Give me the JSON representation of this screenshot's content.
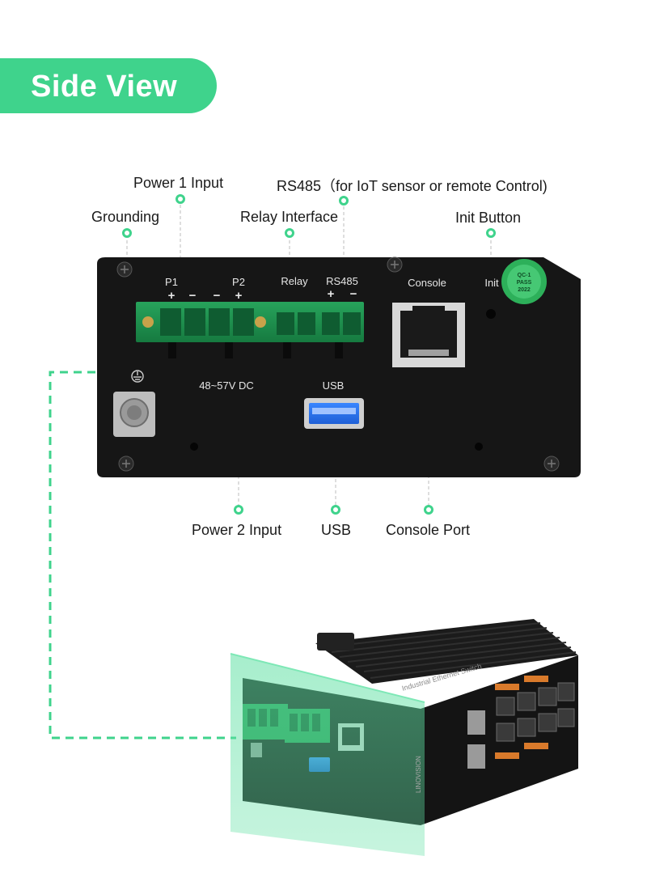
{
  "banner": {
    "title": "Side View"
  },
  "callouts": {
    "power1": "Power 1 Input",
    "rs485": "RS485（for IoT sensor or remote Control)",
    "grounding": "Grounding",
    "relay": "Relay Interface",
    "init": "Init Button",
    "power2": "Power 2 Input",
    "usb": "USB",
    "console": "Console Port"
  },
  "panel": {
    "p1": "P1",
    "p2": "P2",
    "relay": "Relay",
    "rs485": "RS485",
    "console": "Console",
    "init": "Init",
    "voltage": "48~57V DC",
    "usb": "USB",
    "plus": "+",
    "minus": "−"
  },
  "qc_sticker": {
    "line1": "QC-1",
    "line2": "PASS",
    "line3": "2022"
  },
  "device": {
    "brand": "LINOVISION",
    "model": "Industrial Ethernet Switch"
  },
  "colors": {
    "accent": "#3fd38c",
    "panel": "#161616",
    "terminal": "#1e8f4e"
  }
}
